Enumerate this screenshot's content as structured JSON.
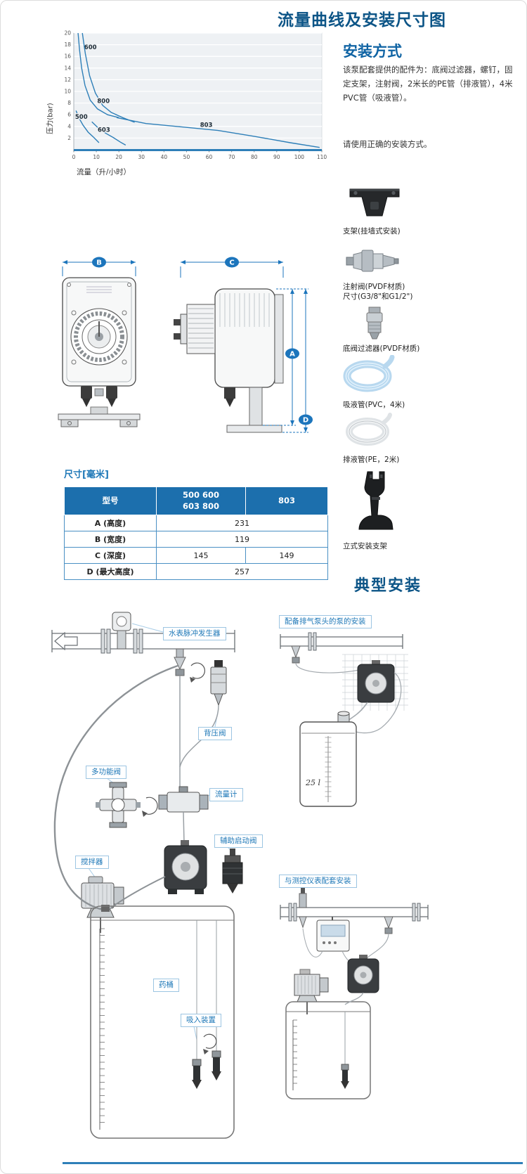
{
  "page": {
    "title": "流量曲线及安装尺寸图",
    "section_install": "安装方式",
    "install_text_1": "该泵配套提供的配件为：底阀过滤器，螺钉，固定支架，注射阀，2米长的PE管（排液管），4米PVC管（吸液管）。",
    "install_text_2": "请使用正确的安装方式。",
    "dimensions_label": "尺寸[毫米]",
    "section_typical": "典型安装"
  },
  "chart_data": {
    "type": "line",
    "title": "",
    "xlabel": "流量（升/小时）",
    "ylabel": "压力(bar)",
    "xlim": [
      0,
      110
    ],
    "ylim": [
      0,
      20
    ],
    "xticks": [
      0,
      10,
      20,
      30,
      40,
      50,
      60,
      70,
      80,
      90,
      100,
      110
    ],
    "yticks": [
      2,
      4,
      6,
      8,
      10,
      12,
      14,
      16,
      18,
      20
    ],
    "grid": "horizontal",
    "legend_position": "inline-curve-labels",
    "line_color": "#2e7fb8",
    "series": [
      {
        "name": "500",
        "label_x": 0.6,
        "label_y": 5.3,
        "points": [
          [
            1,
            6.7
          ],
          [
            2.2,
            5.5
          ],
          [
            4.1,
            4.2
          ],
          [
            6.4,
            3.0
          ],
          [
            8.9,
            2.1
          ],
          [
            11.2,
            1.2
          ]
        ]
      },
      {
        "name": "600",
        "label_x": 4.6,
        "label_y": 17.2,
        "points": [
          [
            1.9,
            20
          ],
          [
            2.6,
            17
          ],
          [
            3.5,
            14
          ],
          [
            5,
            11
          ],
          [
            7.3,
            8.5
          ],
          [
            10.5,
            7
          ],
          [
            15,
            6
          ],
          [
            20,
            5.5
          ]
        ]
      },
      {
        "name": "603",
        "label_x": 10.6,
        "label_y": 3.1,
        "points": [
          [
            8,
            4.8
          ],
          [
            11.2,
            3.6
          ],
          [
            14.3,
            2.8
          ],
          [
            17.5,
            2.1
          ],
          [
            20.7,
            1.3
          ],
          [
            23,
            0.8
          ]
        ]
      },
      {
        "name": "800",
        "label_x": 10.4,
        "label_y": 8.0,
        "points": [
          [
            3.8,
            20
          ],
          [
            5.1,
            16.5
          ],
          [
            7,
            12.7
          ],
          [
            9.6,
            9.7
          ],
          [
            12.8,
            7.6
          ],
          [
            16.6,
            6.4
          ],
          [
            21.7,
            5.5
          ],
          [
            27,
            4.7
          ]
        ]
      },
      {
        "name": "803",
        "label_x": 56,
        "label_y": 3.9,
        "points": [
          [
            19,
            5.5
          ],
          [
            32,
            4.5
          ],
          [
            48,
            3.9
          ],
          [
            64,
            3.3
          ],
          [
            80,
            2.3
          ],
          [
            96,
            1.2
          ],
          [
            109,
            0.4
          ]
        ]
      }
    ]
  },
  "accessories": [
    {
      "caption": "支架(挂墙式安装)"
    },
    {
      "caption": "注射阀(PVDF材质)",
      "caption2": "尺寸(G3/8\"和G1/2\")"
    },
    {
      "caption": "底阀过滤器(PVDF材质)"
    },
    {
      "caption": "吸液管(PVC，4米)"
    },
    {
      "caption": "排液管(PE，2米)"
    },
    {
      "caption": "立式安装支架"
    }
  ],
  "dim_labels": {
    "a": "A",
    "b": "B",
    "c": "C",
    "d": "D"
  },
  "dim_table": {
    "col_model": "型号",
    "col_group1": "500 600\n603 800",
    "col_group2": "803",
    "rows": [
      {
        "label": "A (高度)",
        "value": "231"
      },
      {
        "label": "B (宽度)",
        "value": "119"
      },
      {
        "label": "C (深度)",
        "value": "145",
        "value2": "149"
      },
      {
        "label": "D (最大高度)",
        "value": "257"
      }
    ]
  },
  "diagram_labels": {
    "water_meter": "水表脉冲发生器",
    "back_pressure_valve": "背压阀",
    "multi_function_valve": "多功能阀",
    "flow_meter": "流量计",
    "aux_start_valve": "辅助启动阀",
    "mixer": "搅拌器",
    "tank": "药桶",
    "suction_device": "吸入装置",
    "right_top_title": "配备排气泵头的泵的安装",
    "right_bottom_title": "与测控仪表配套安装",
    "tank_volume": "25 l"
  }
}
